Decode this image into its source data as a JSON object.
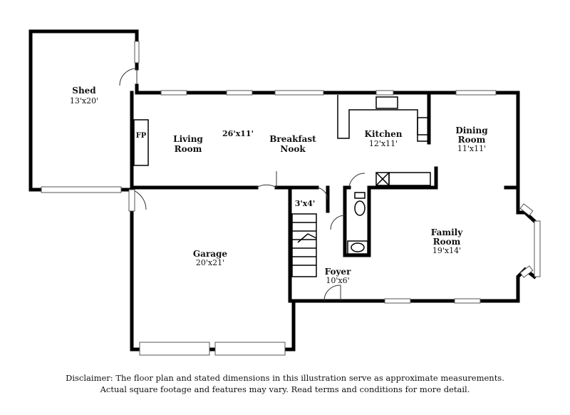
{
  "rooms": {
    "shed": {
      "name": "Shed",
      "dim": "13'x20'"
    },
    "fireplace": {
      "name": "FP"
    },
    "living": {
      "name_line1": "Living",
      "name_line2": "Room",
      "dim": "26'x11'"
    },
    "breakfast": {
      "name_line1": "Breakfast",
      "name_line2": "Nook"
    },
    "kitchen": {
      "name": "Kitchen",
      "dim": "12'x11'"
    },
    "dining": {
      "name_line1": "Dining",
      "name_line2": "Room",
      "dim": "11'x11'"
    },
    "closet": {
      "dim": "3'x4'"
    },
    "family": {
      "name_line1": "Family",
      "name_line2": "Room",
      "dim": "19'x14'"
    },
    "garage": {
      "name": "Garage",
      "dim": "20'x21'"
    },
    "foyer": {
      "name": "Foyer",
      "dim": "10'x6'"
    }
  },
  "disclaimer": {
    "line1": "Disclaimer: The floor plan and stated dimensions in this illustration serve as approximate measurements.",
    "line2": "Actual square footage and features may vary. Read terms and conditions for more detail."
  }
}
